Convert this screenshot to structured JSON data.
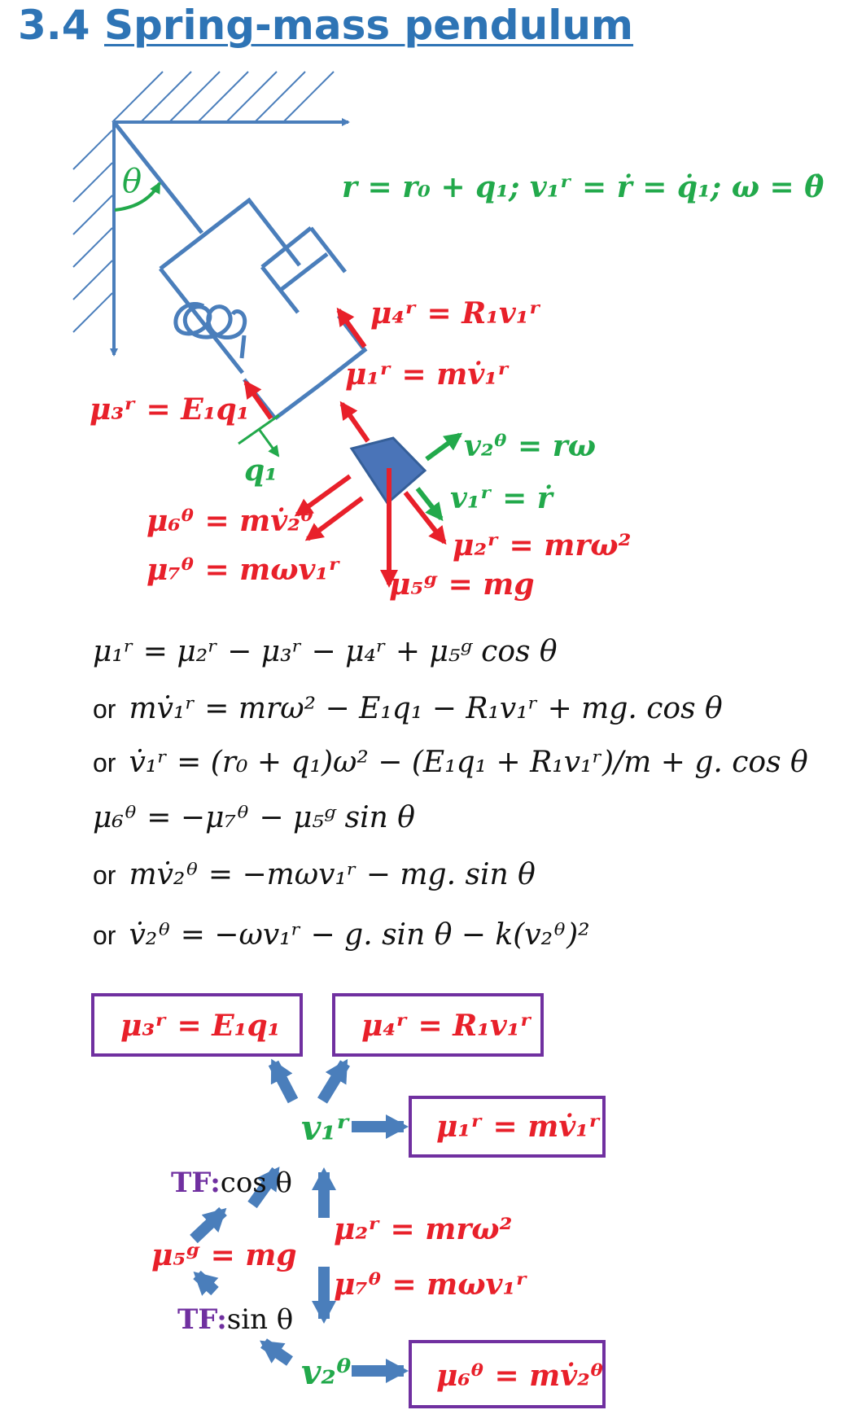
{
  "title": {
    "number": "3.4",
    "text": "Spring-mass pendulum"
  },
  "diagram": {
    "theta_label": "θ",
    "kinematics": "r = r₀ + q₁;  v₁ʳ = ṙ = q̇₁;  ω = θ̇",
    "labels": {
      "mu4": "μ₄ʳ = R₁v₁ʳ",
      "mu1": "μ₁ʳ = mv̇₁ʳ",
      "mu3": "μ₃ʳ = E₁q₁",
      "q1": "q₁",
      "v2": "v₂ᶿ = rω",
      "v1": "v₁ʳ = ṙ",
      "mu6": "μ₆ᶿ = mv̇₂ᶿ",
      "mu2": "μ₂ʳ = mrω²",
      "mu7": "μ₇ᶿ = mωv₁ʳ",
      "mu5": "μ₅ᵍ = mg"
    }
  },
  "equations": [
    {
      "prefix": "",
      "text": "μ₁ʳ = μ₂ʳ − μ₃ʳ − μ₄ʳ + μ₅ᵍ cos θ"
    },
    {
      "prefix": "or",
      "text": "mv̇₁ʳ = mrω² − E₁q₁ − R₁v₁ʳ + mg. cos θ"
    },
    {
      "prefix": "or",
      "text": "v̇₁ʳ = (r₀ + q₁)ω² − (E₁q₁ + R₁v₁ʳ)/m + g. cos θ"
    },
    {
      "prefix": "",
      "text": "μ₆ᶿ = −μ₇ᶿ − μ₅ᵍ sin θ"
    },
    {
      "prefix": "or",
      "text": "mv̇₂ᶿ = −mωv₁ʳ − mg. sin θ"
    },
    {
      "prefix": "or",
      "text": "v̇₂ᶿ = −ωv₁ʳ − g. sin θ − k(v₂ᶿ)²"
    }
  ],
  "graph": {
    "box_mu3": "μ₃ʳ = E₁q₁",
    "box_mu4": "μ₄ʳ = R₁v₁ʳ",
    "box_mu1": "μ₁ʳ = mv̇₁ʳ",
    "box_mu6": "μ₆ᶿ = mv̇₂ᶿ",
    "node_v1": "v₁ʳ",
    "node_v2": "v₂ᶿ",
    "node_mu5": "μ₅ᵍ = mg",
    "tf_cos_prefix": "TF:",
    "tf_cos_expr": "cos θ",
    "tf_sin_prefix": "TF:",
    "tf_sin_expr": "sin θ",
    "mu2_label": "μ₂ʳ = mrω²",
    "mu7_label": "μ₇ᶿ = mωv₁ʳ"
  },
  "colors": {
    "title": "#2e74b5",
    "structure": "#4a7ebb",
    "force": "#e8202a",
    "kinematic": "#22a94b",
    "box": "#7030a0"
  }
}
